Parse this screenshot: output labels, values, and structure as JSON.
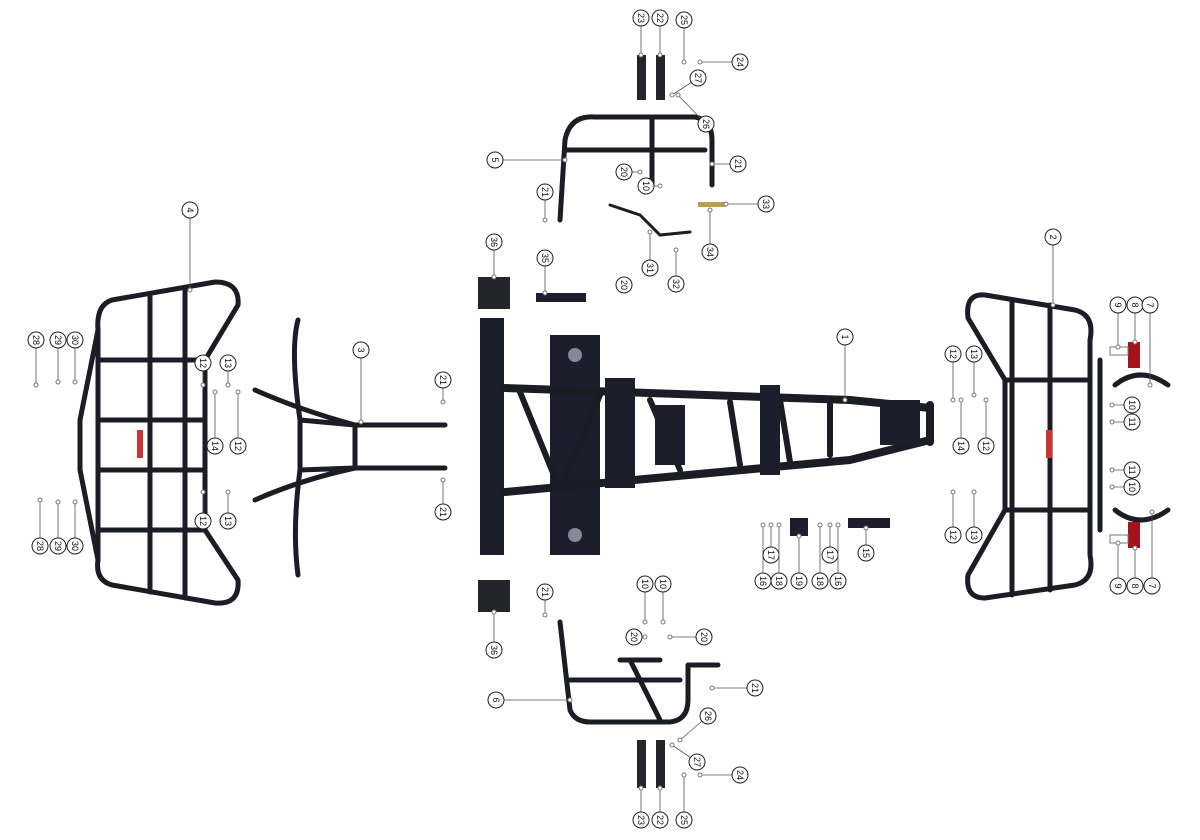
{
  "diagram": {
    "title": "Frame exploded parts diagram",
    "callouts": [
      "23",
      "22",
      "25",
      "24",
      "27",
      "26",
      "5",
      "20",
      "10",
      "21",
      "21",
      "33",
      "34",
      "31",
      "32",
      "36",
      "35",
      "20",
      "4",
      "28",
      "29",
      "30",
      "12",
      "13",
      "14",
      "12",
      "12",
      "13",
      "28",
      "29",
      "30",
      "3",
      "21",
      "21",
      "36",
      "21",
      "10",
      "10",
      "20",
      "20",
      "6",
      "21",
      "26",
      "27",
      "24",
      "23",
      "22",
      "25",
      "1",
      "2",
      "9",
      "8",
      "7",
      "12",
      "13",
      "10",
      "11",
      "14",
      "12",
      "11",
      "10",
      "12",
      "13",
      "9",
      "8",
      "7",
      "16",
      "17",
      "18",
      "19",
      "18",
      "17",
      "16",
      "15"
    ],
    "colors": {
      "frame": "#1c1f2b",
      "reflector": "#a3121d",
      "leader": "#555555"
    }
  }
}
